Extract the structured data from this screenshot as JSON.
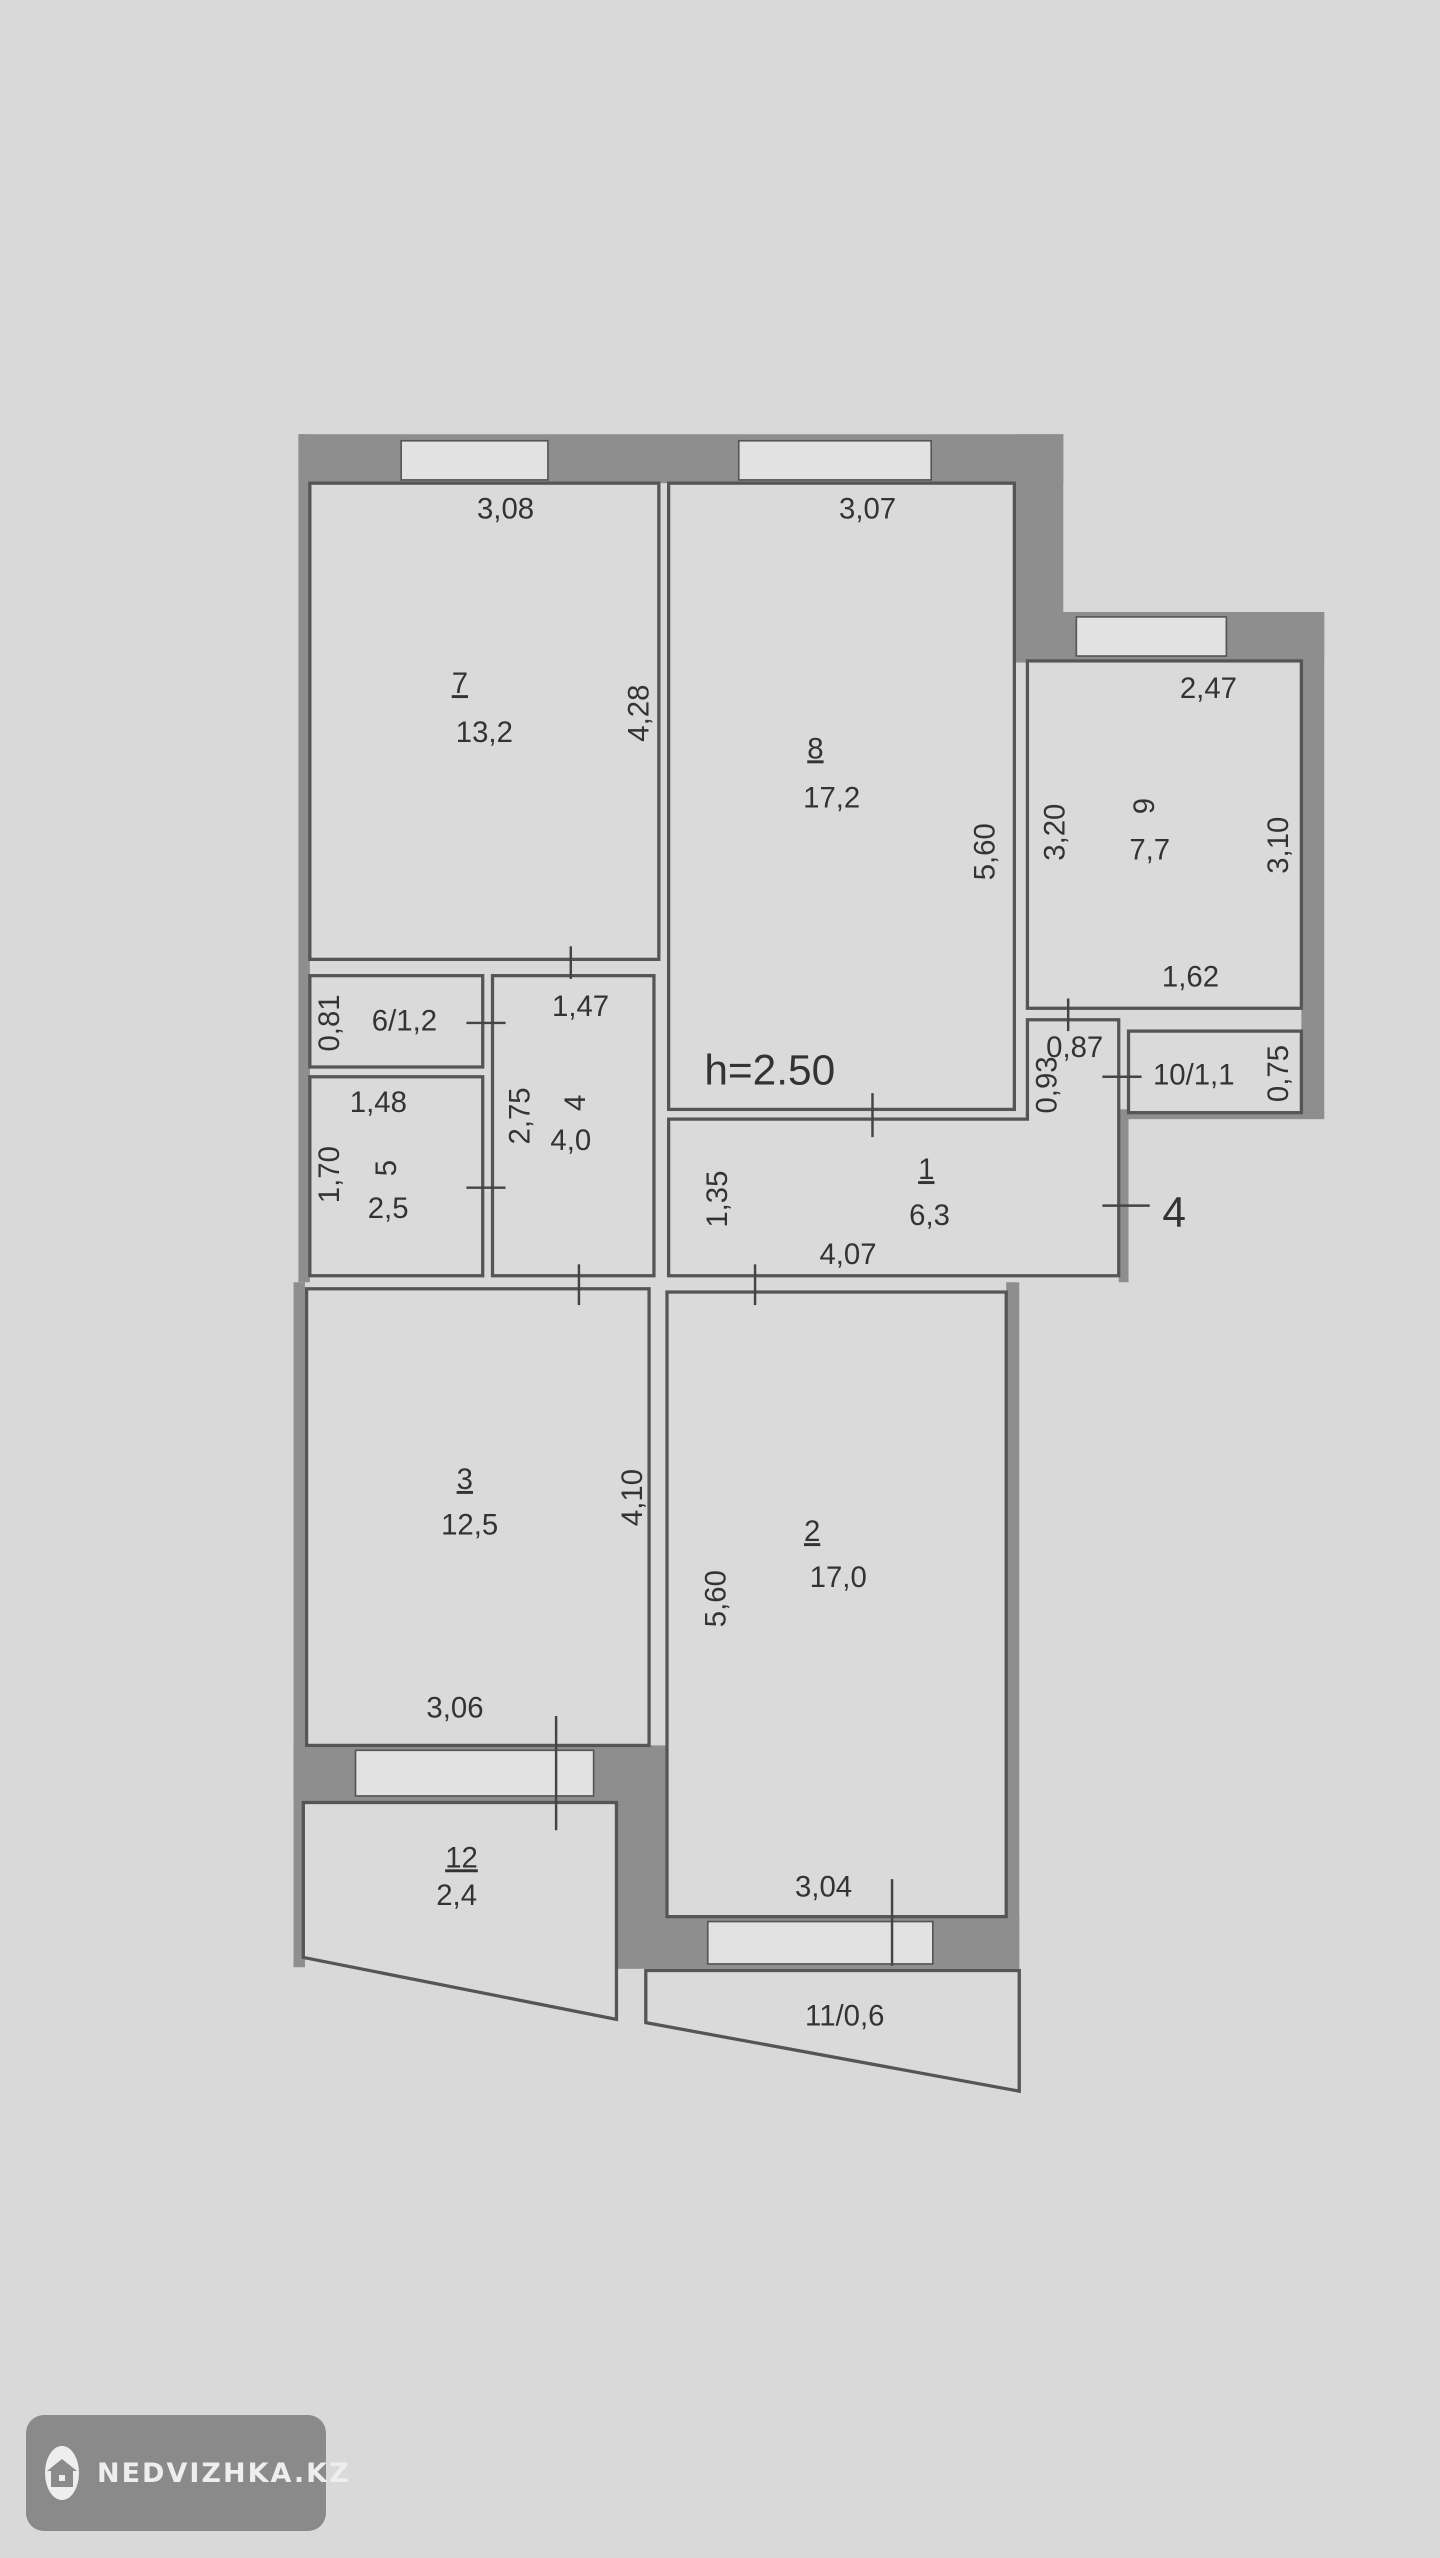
{
  "ceiling_height": "h=2.50",
  "entrance_marker": "4",
  "rooms": {
    "r7": {
      "num": "7",
      "area": "13,2",
      "w": "3,08",
      "h": "4,28"
    },
    "r8": {
      "num": "8",
      "area": "17,2",
      "w": "3,07",
      "h": "5,60"
    },
    "r9": {
      "num": "9",
      "area": "7,7",
      "w": "2,47",
      "h1": "3,20",
      "h2": "3,10",
      "w2": "1,62"
    },
    "r6": {
      "label": "6/1,2",
      "h": "0,81"
    },
    "r4": {
      "num": "4",
      "area": "4,0",
      "w": "1,47",
      "h": "2,75"
    },
    "r5": {
      "num": "5",
      "area": "2,5",
      "w": "1,48",
      "h": "1,70"
    },
    "r1": {
      "num": "1",
      "area": "6,3",
      "w": "4,07",
      "h": "1,35",
      "h2": "0,93",
      "w2": "0,87"
    },
    "r10": {
      "label": "10/1,1",
      "h": "0,75"
    },
    "r3": {
      "num": "3",
      "area": "12,5",
      "w": "3,06",
      "h": "4,10"
    },
    "r2": {
      "num": "2",
      "area": "17,0",
      "w": "3,04",
      "h": "5,60"
    },
    "r12": {
      "num": "12",
      "area": "2,4"
    },
    "r11": {
      "label": "11/0,6"
    }
  },
  "watermark": {
    "text": "NEDVIZHKA.KZ",
    "icon": "house-icon"
  }
}
